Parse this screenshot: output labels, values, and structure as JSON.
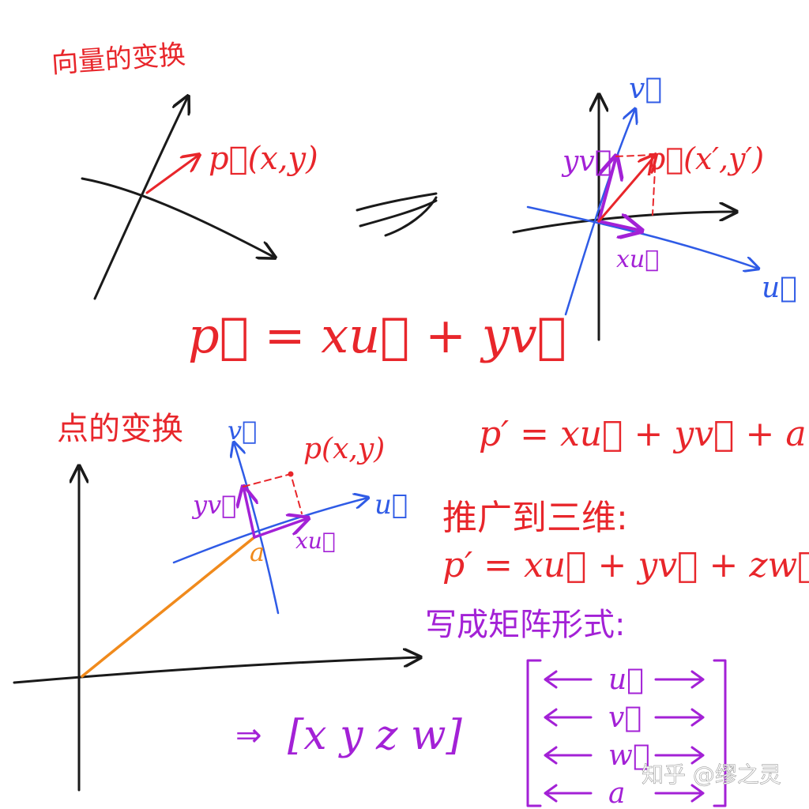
{
  "colors": {
    "black": "#1a1a1a",
    "red": "#e8262b",
    "blue": "#2f5be6",
    "purple": "#a321d6",
    "orange": "#f08a1c",
    "watermark": "#ffffff"
  },
  "headings": {
    "vector_transform": "向量的变换",
    "point_transform": "点的变换",
    "extend_3d": "推广到三维:",
    "matrix_form": "写成矩阵形式:"
  },
  "labels": {
    "p_xy": "p⃗(x,y)",
    "v": "v⃗",
    "u": "u⃗",
    "y_v": "yv⃗",
    "x_u": "xu⃗",
    "p_prime": "p⃗(x′,y′)",
    "v2": "v⃗",
    "u2": "u⃗",
    "p_point": "p(x,y)",
    "y_v2": "yv⃗",
    "x_u2": "xu⃗",
    "a": "a"
  },
  "equations": {
    "vector_eq": "p⃗ = xu⃗ + yv⃗",
    "point_eq": "p′ = xu⃗ + yv⃗ + a",
    "eq_3d": "p′ = xu⃗ + yv⃗ + zw⃗ + a"
  },
  "matrix": {
    "arrow": "⇒",
    "row_vector": "[x y z w]",
    "rows": [
      "u⃗",
      "v⃗",
      "w⃗",
      "a"
    ]
  },
  "watermark": "知乎 @缪之灵"
}
